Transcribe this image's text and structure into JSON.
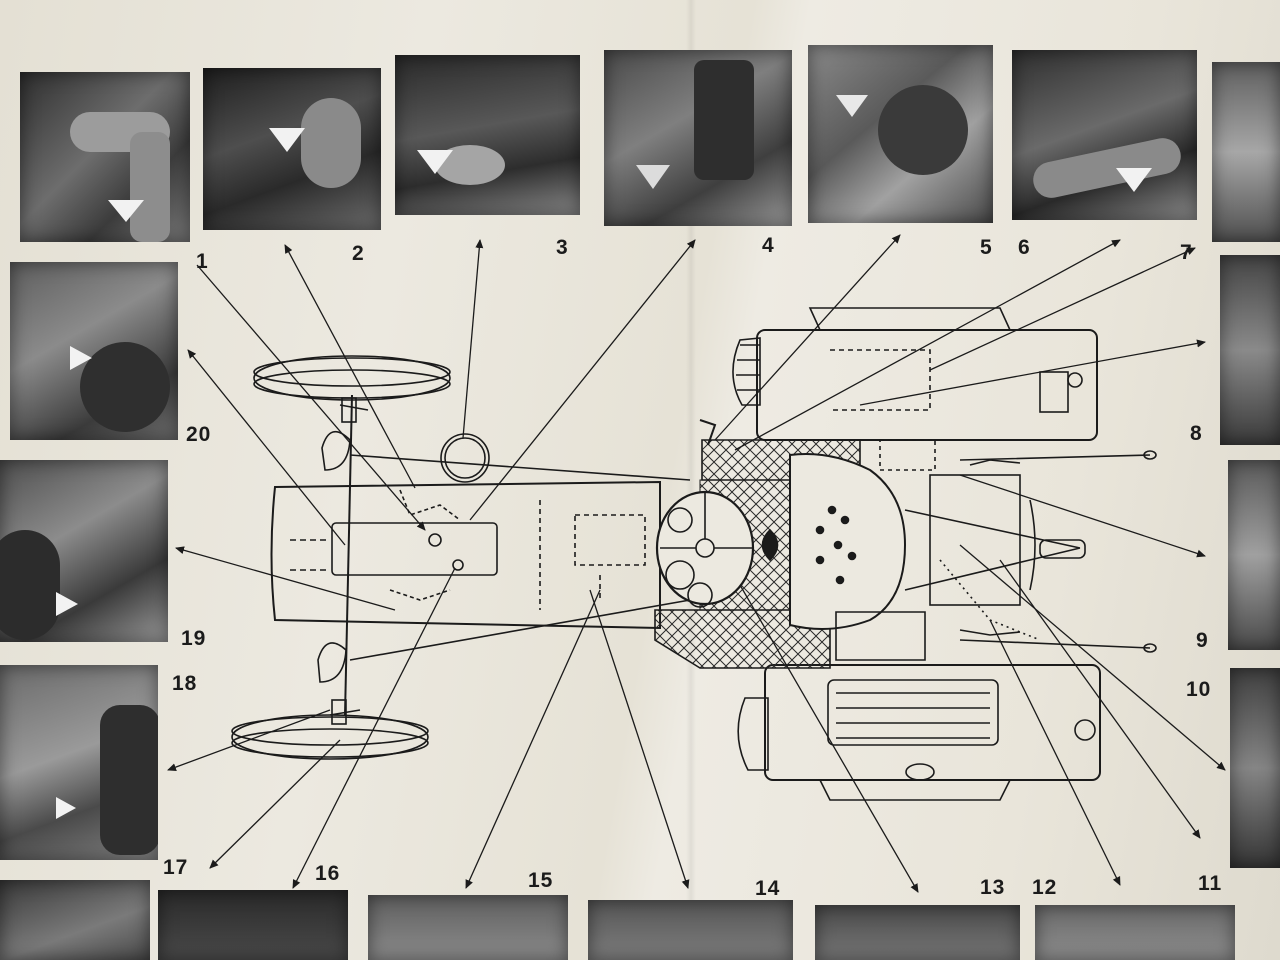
{
  "diagram": {
    "callouts": [
      {
        "id": "1",
        "label": "1"
      },
      {
        "id": "2",
        "label": "2"
      },
      {
        "id": "3",
        "label": "3"
      },
      {
        "id": "4",
        "label": "4"
      },
      {
        "id": "5",
        "label": "5"
      },
      {
        "id": "6",
        "label": "6"
      },
      {
        "id": "7",
        "label": "7"
      },
      {
        "id": "8",
        "label": "8"
      },
      {
        "id": "9",
        "label": "9"
      },
      {
        "id": "10",
        "label": "10"
      },
      {
        "id": "11",
        "label": "11"
      },
      {
        "id": "12",
        "label": "12"
      },
      {
        "id": "13",
        "label": "13"
      },
      {
        "id": "14",
        "label": "14"
      },
      {
        "id": "15",
        "label": "15"
      },
      {
        "id": "16",
        "label": "16"
      },
      {
        "id": "17",
        "label": "17"
      },
      {
        "id": "18",
        "label": "18"
      },
      {
        "id": "19",
        "label": "19"
      },
      {
        "id": "20",
        "label": "20"
      }
    ]
  },
  "colors": {
    "paper": "#ece9e0",
    "ink": "#1b1b1b",
    "photo_dark": "#3a3a3a",
    "photo_light": "#9a9a9a"
  }
}
